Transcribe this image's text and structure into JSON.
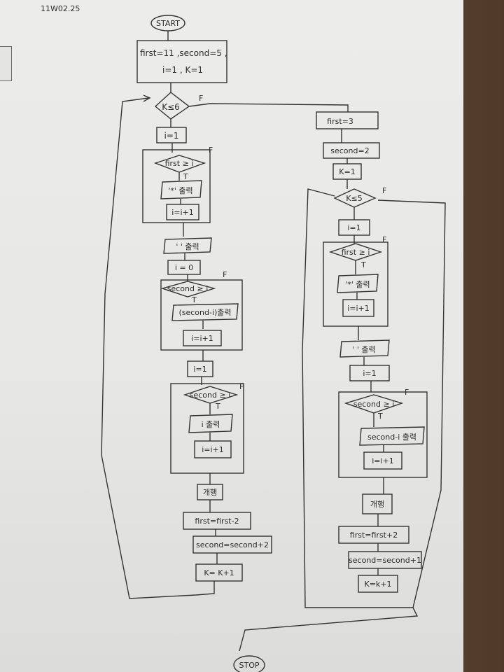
{
  "header": {
    "date": "11W02.25"
  },
  "start": "START",
  "stop": "STOP",
  "init": {
    "line1": "first=11 ,second=5 ,",
    "line2": "i=1 , K=1"
  },
  "loop1": {
    "cond": "K≤6",
    "branch_false": "F",
    "i_init": "i=1",
    "inner1_cond": "first ≥ i",
    "inner1_true": "T",
    "inner1_false": "F",
    "inner1_output": "'*' 출력",
    "inner1_incr": "i=i+1",
    "output_quote": "' ' 출력",
    "i_zero": "i = 0",
    "inner2_cond": "second ≥ i",
    "inner2_true": "T",
    "inner2_false": "F",
    "inner2_output": "(second-i)출력",
    "inner2_incr": "i=i+1",
    "i_one": "i=1",
    "inner3_cond": "second ≥ i",
    "inner3_true": "T",
    "inner3_false": "F",
    "inner3_output": "i 출력",
    "inner3_incr": "i=i+1",
    "newline": "개행",
    "first_update": "first=first-2",
    "second_update": "second=second+2",
    "k_update": "K= K+1"
  },
  "loop2": {
    "first_set": "first=3",
    "second_set": "second=2",
    "k_set": "K=1",
    "cond": "K≤5",
    "branch_false": "F",
    "i_init": "i=1",
    "inner1_cond": "first ≥ i",
    "inner1_true": "T",
    "inner1_false": "F",
    "inner1_output": "'*' 출력",
    "inner1_incr": "i=i+1",
    "output_quote": "' ' 출력",
    "i_one": "i=1",
    "inner2_cond": "second ≥ i",
    "inner2_true": "T",
    "inner2_false": "F",
    "inner2_output": "second-i 출력",
    "inner2_incr": "i=i+1",
    "newline": "개행",
    "first_update": "first=first+2",
    "second_update": "second=second+1",
    "k_update": "K=k+1"
  }
}
